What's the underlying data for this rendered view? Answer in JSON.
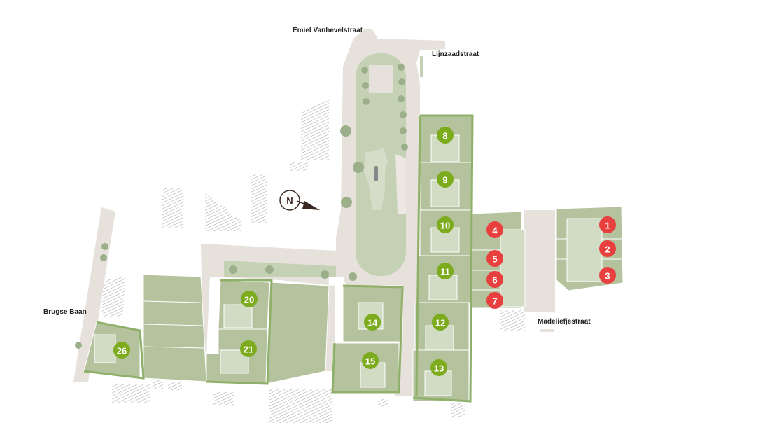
{
  "streets": {
    "emiel": "Emiel Vanhevelstraat",
    "lijnzaad": "Lijnzaadstraat",
    "brugse": "Brugse Baan",
    "madeliefje": "Madeliefjestraat"
  },
  "compass": {
    "label": "N"
  },
  "colors": {
    "road": "#e7e1dc",
    "plot": "#b4c29d",
    "house": "#d2dbc4",
    "park": "#c5d1b4",
    "border": "#8fb068",
    "available": "#7cab1e",
    "sold": "#e8403f",
    "hatch": "#9a9a9a"
  },
  "lots": [
    {
      "number": "1",
      "status": "sold"
    },
    {
      "number": "2",
      "status": "sold"
    },
    {
      "number": "3",
      "status": "sold"
    },
    {
      "number": "4",
      "status": "sold"
    },
    {
      "number": "5",
      "status": "sold"
    },
    {
      "number": "6",
      "status": "sold"
    },
    {
      "number": "7",
      "status": "sold"
    },
    {
      "number": "8",
      "status": "available"
    },
    {
      "number": "9",
      "status": "available"
    },
    {
      "number": "10",
      "status": "available"
    },
    {
      "number": "11",
      "status": "available"
    },
    {
      "number": "12",
      "status": "available"
    },
    {
      "number": "13",
      "status": "available"
    },
    {
      "number": "14",
      "status": "available"
    },
    {
      "number": "15",
      "status": "available"
    },
    {
      "number": "20",
      "status": "available"
    },
    {
      "number": "21",
      "status": "available"
    },
    {
      "number": "26",
      "status": "available"
    }
  ]
}
